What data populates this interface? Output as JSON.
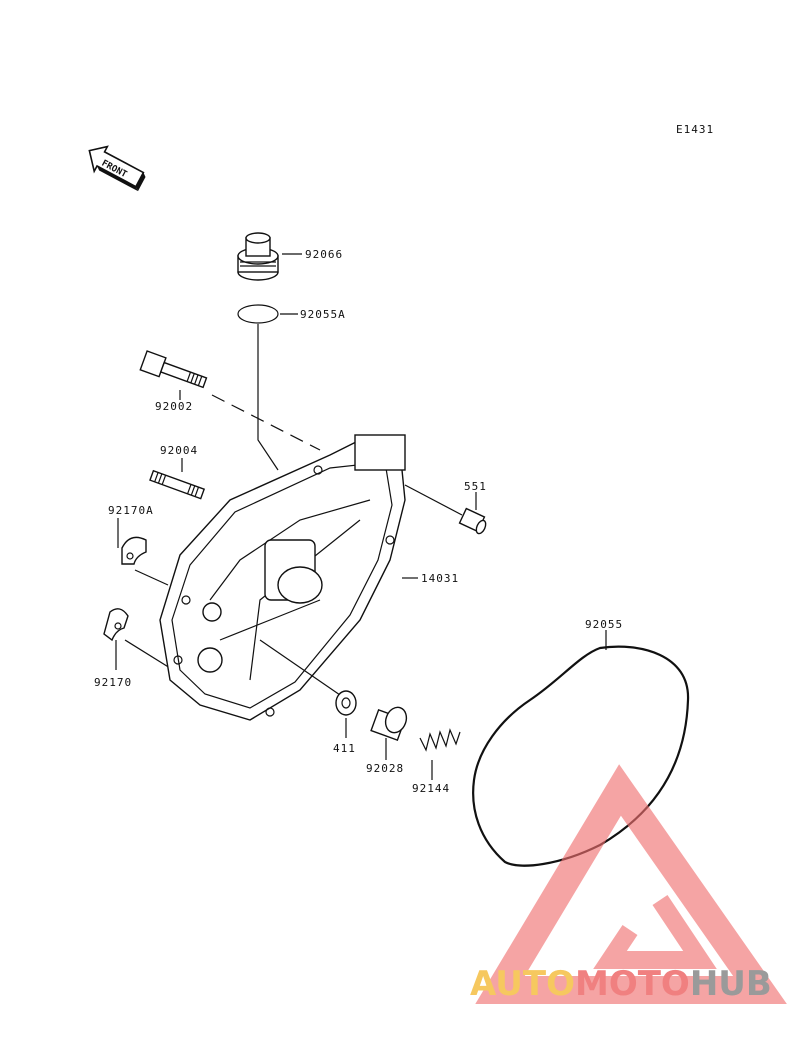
{
  "diagram": {
    "ref_code": "E1431",
    "front_label": "FRONT",
    "parts": [
      {
        "id": "92066",
        "label": "92066"
      },
      {
        "id": "92055A",
        "label": "92055A"
      },
      {
        "id": "92002",
        "label": "92002"
      },
      {
        "id": "92004",
        "label": "92004"
      },
      {
        "id": "92170A",
        "label": "92170A"
      },
      {
        "id": "551",
        "label": "551"
      },
      {
        "id": "14031",
        "label": "14031"
      },
      {
        "id": "92055",
        "label": "92055"
      },
      {
        "id": "92170",
        "label": "92170"
      },
      {
        "id": "411",
        "label": "411"
      },
      {
        "id": "92028",
        "label": "92028"
      },
      {
        "id": "92144",
        "label": "92144"
      }
    ]
  },
  "watermark": {
    "part1": "AUTO",
    "part2": "MOTO",
    "part3": "HUB",
    "colors": {
      "auto": "#f6c85f",
      "moto": "#f08080",
      "hub": "#9a9a9a",
      "triangle": "#f07070"
    }
  }
}
